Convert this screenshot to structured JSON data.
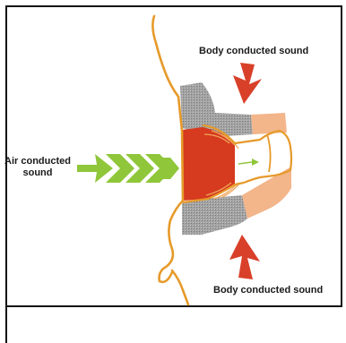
{
  "labels": {
    "body_top": "Body conducted sound",
    "body_bottom": "Body conducted sound",
    "air": "Air conducted sound"
  },
  "colors": {
    "ear_outline": "#e69a2a",
    "ear_canal_tissue": "#f3b58a",
    "earplug_red": "#d63a1f",
    "bone_gray": "#9a9a9a",
    "body_arrow": "#d9402a",
    "air_arrow": "#8fc63a",
    "inner_arrow": "#8fc63a",
    "frame": "#111111"
  }
}
